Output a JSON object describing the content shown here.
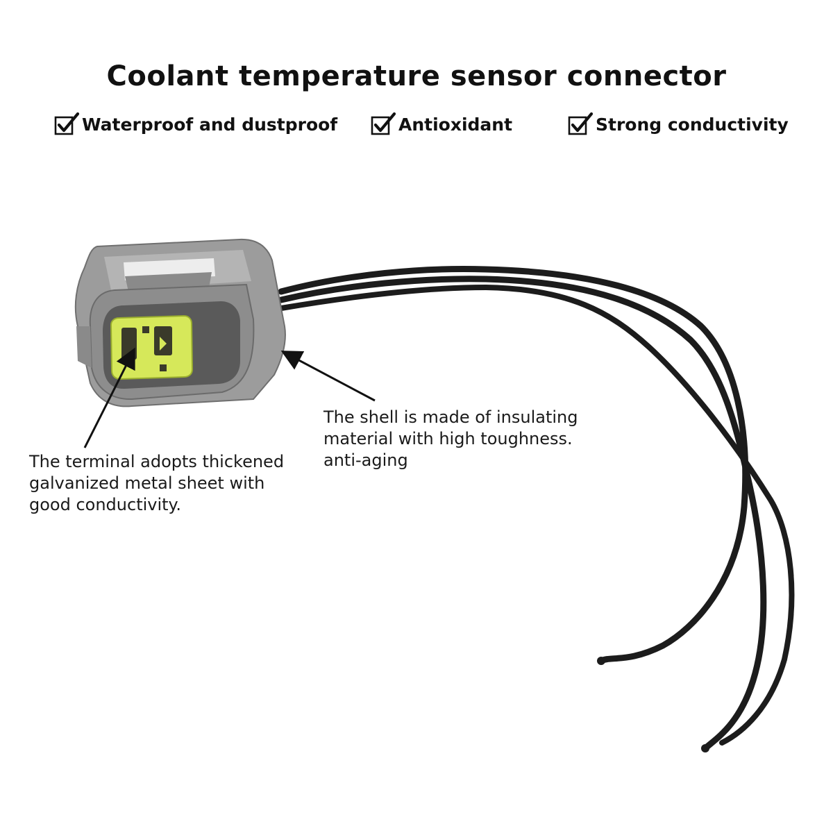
{
  "title": "Coolant temperature sensor connector",
  "features": [
    {
      "icon": "checkbox-checked-icon",
      "label": "Waterproof and dustproof"
    },
    {
      "icon": "checkbox-checked-icon",
      "label": "Antioxidant"
    },
    {
      "icon": "checkbox-checked-icon",
      "label": "Strong conductivity"
    }
  ],
  "callouts": {
    "shell": {
      "lines": [
        "The shell is made of insulating",
        "material with high toughness.",
        "anti-aging"
      ]
    },
    "terminal": {
      "lines": [
        "The terminal adopts thickened",
        "galvanized metal sheet with",
        "good conductivity."
      ]
    }
  },
  "colors": {
    "connector_shell": "#9b9b9b",
    "terminal_insert": "#d6e85a",
    "wire": "#1c1c1c",
    "text": "#111111"
  }
}
